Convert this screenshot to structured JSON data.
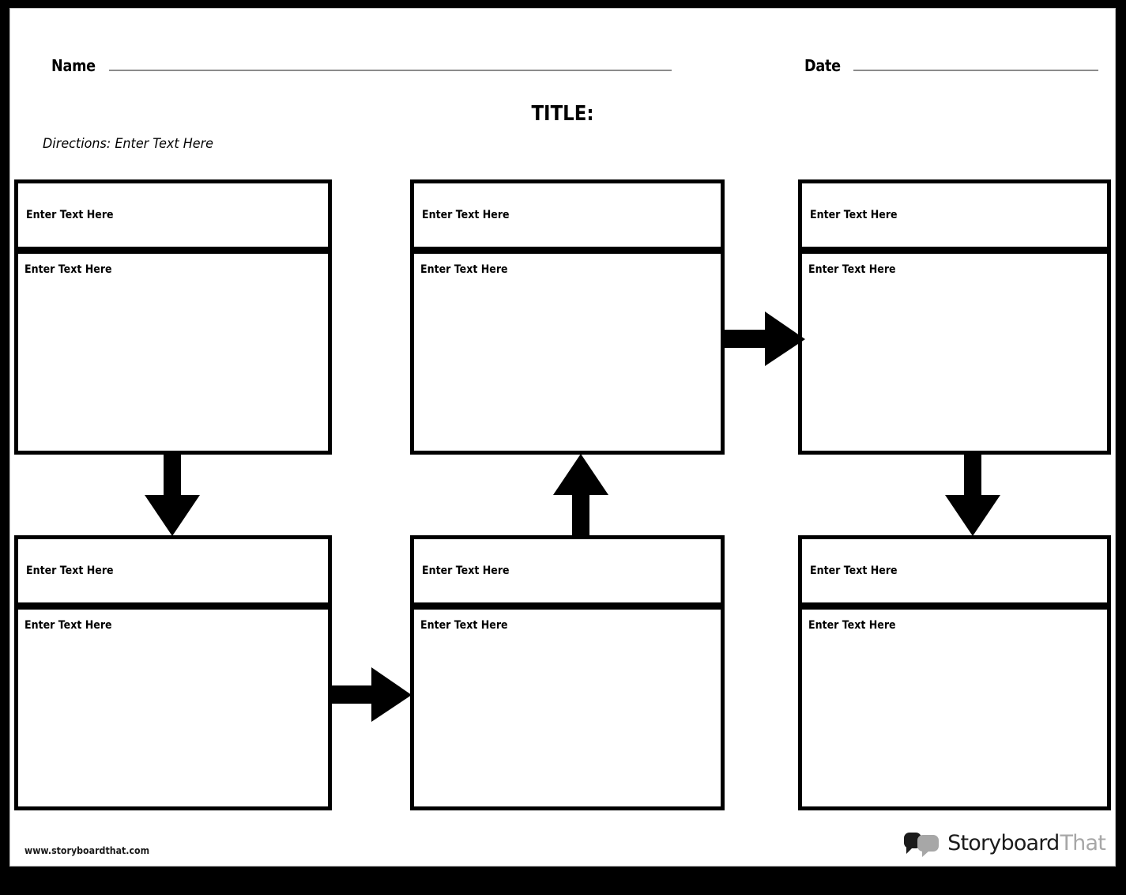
{
  "page": {
    "background_color": "#000000",
    "sheet_color": "#ffffff",
    "border_color": "#000000"
  },
  "header": {
    "name_label": "Name",
    "date_label": "Date",
    "title": "TITLE:",
    "directions": "Directions: Enter Text Here",
    "rule_color": "#8c8c8c"
  },
  "cycle": {
    "cells": [
      {
        "id": "cell-1",
        "position": "top-left",
        "header_text": "Enter Text Here",
        "body_text": "Enter Text Here"
      },
      {
        "id": "cell-2",
        "position": "top-center",
        "header_text": "Enter Text Here",
        "body_text": "Enter Text Here"
      },
      {
        "id": "cell-3",
        "position": "top-right",
        "header_text": "Enter Text Here",
        "body_text": "Enter Text Here"
      },
      {
        "id": "cell-4",
        "position": "bottom-left",
        "header_text": "Enter Text Here",
        "body_text": "Enter Text Here"
      },
      {
        "id": "cell-5",
        "position": "bottom-center",
        "header_text": "Enter Text Here",
        "body_text": "Enter Text Here"
      },
      {
        "id": "cell-6",
        "position": "bottom-right",
        "header_text": "Enter Text Here",
        "body_text": "Enter Text Here"
      }
    ],
    "arrows": [
      {
        "id": "arrow-1",
        "direction": "down",
        "from": "top-left",
        "to": "bottom-left"
      },
      {
        "id": "arrow-2",
        "direction": "right",
        "from": "bottom-left",
        "to": "bottom-center"
      },
      {
        "id": "arrow-3",
        "direction": "up",
        "from": "bottom-center",
        "to": "top-center"
      },
      {
        "id": "arrow-4",
        "direction": "right",
        "from": "top-center",
        "to": "top-right"
      },
      {
        "id": "arrow-5",
        "direction": "down",
        "from": "top-right",
        "to": "bottom-right"
      }
    ]
  },
  "footer": {
    "url": "www.storyboardthat.com",
    "brand_primary": "Storyboard",
    "brand_secondary": "That",
    "brand_primary_color": "#1b1b1b",
    "brand_secondary_color": "#a7a7a7"
  }
}
